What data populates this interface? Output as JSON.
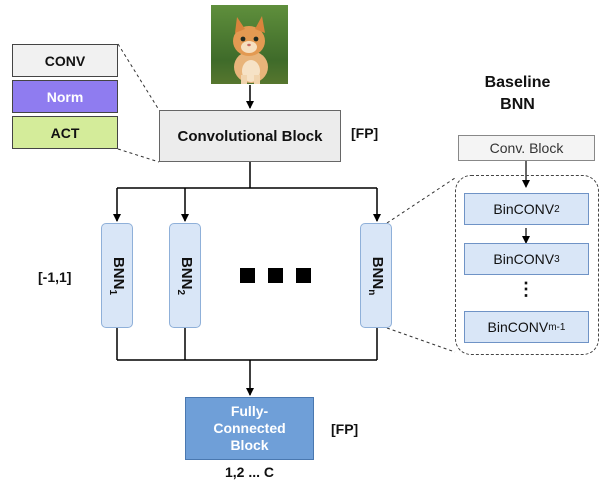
{
  "stack": {
    "conv": "CONV",
    "norm": "Norm",
    "act": "ACT"
  },
  "conv_block": {
    "label": "Convolutional Block",
    "tag": "[FP]"
  },
  "input_range": "[-1,1]",
  "bnns": [
    {
      "label": "BNN",
      "sub": "1"
    },
    {
      "label": "BNN",
      "sub": "2"
    },
    {
      "label": "BNN",
      "sub": "n"
    }
  ],
  "fc_block": {
    "line1": "Fully-",
    "line2": "Connected",
    "line3": "Block",
    "tag": "[FP]",
    "output": "1,2 ... C"
  },
  "baseline": {
    "title_line1": "Baseline",
    "title_line2": "BNN",
    "conv_block": "Conv. Block",
    "bin_label": "BinCONV",
    "layers": [
      "2",
      "3",
      "m-1"
    ],
    "ellipsis": "⋮"
  },
  "colors": {
    "norm": "#8f7cf0",
    "act": "#d4ec9a",
    "bnn": "#d9e6f7",
    "fc": "#6f9fd8",
    "conv_block": "#ececec"
  }
}
